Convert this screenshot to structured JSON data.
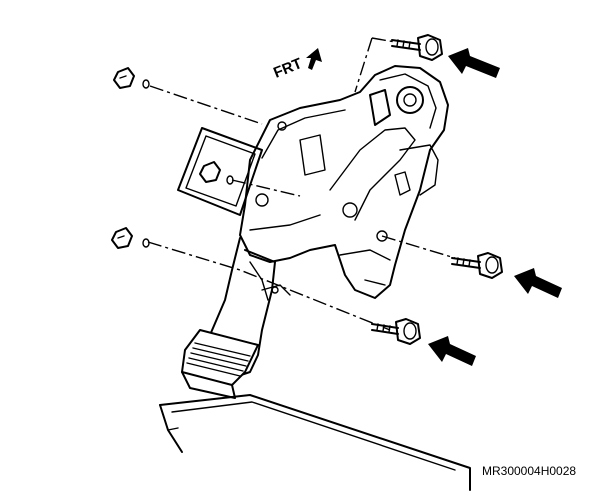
{
  "diagram": {
    "front_marker": "FRT",
    "figure_code": "MR300004H0028",
    "arrows": [
      {
        "name": "arrow-top-bolt"
      },
      {
        "name": "arrow-right-bolt"
      },
      {
        "name": "arrow-lower-bolt"
      }
    ],
    "fasteners": {
      "bolts": [
        "top-bolt",
        "right-bolt",
        "lower-bolt"
      ],
      "nuts": [
        "upper-left-nut",
        "middle-nut",
        "lower-left-nut"
      ]
    },
    "colors": {
      "ink": "#000000",
      "background": "#ffffff"
    }
  }
}
